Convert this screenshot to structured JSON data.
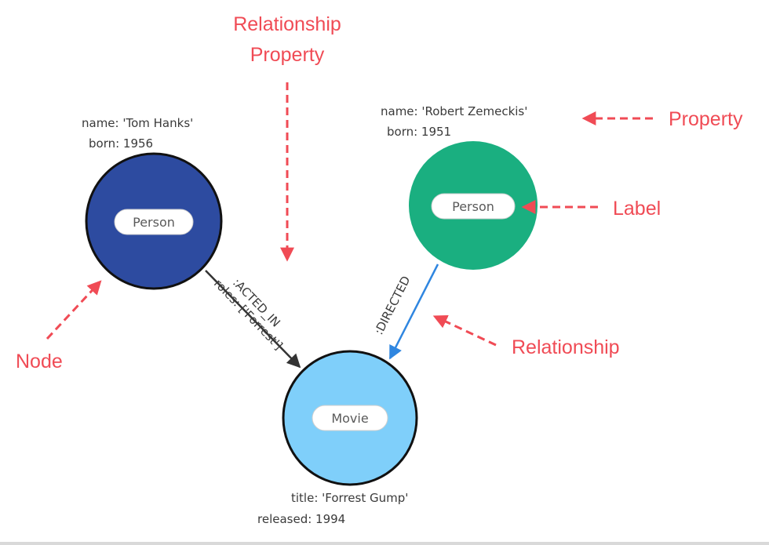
{
  "nodes": {
    "tom_hanks": {
      "label": "Person",
      "properties": [
        "name: 'Tom Hanks'",
        "born: 1956"
      ],
      "fill": "#2d4ba0"
    },
    "robert_zemeckis": {
      "label": "Person",
      "properties": [
        "name: 'Robert Zemeckis'",
        "born: 1951"
      ],
      "fill": "#1aaf80"
    },
    "forrest_gump": {
      "label": "Movie",
      "properties": [
        "title: 'Forrest Gump'",
        "released: 1994"
      ],
      "fill": "#7fcffa"
    }
  },
  "relationships": {
    "acted_in": {
      "type": ":ACTED_IN",
      "property": "roles: ['Forrest']",
      "color": "#333333"
    },
    "directed": {
      "type": ":DIRECTED",
      "color": "#2f86e0"
    }
  },
  "annotations": {
    "relationship_property": [
      "Relationship",
      "Property"
    ],
    "property": "Property",
    "label": "Label",
    "relationship": "Relationship",
    "node": "Node",
    "color": "#f04b55"
  }
}
